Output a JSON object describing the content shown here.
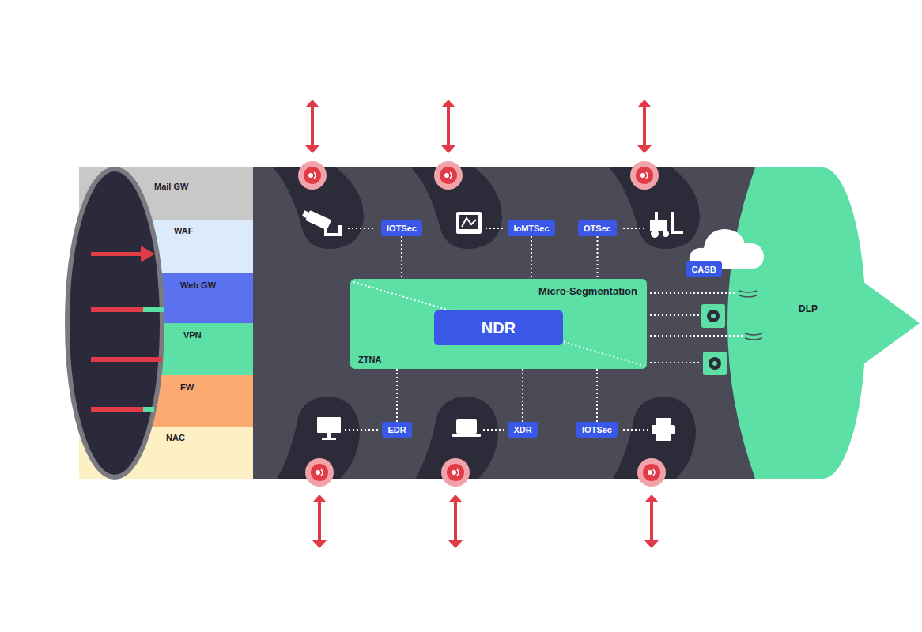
{
  "diagram": {
    "nodes": [
      {
        "text": [
          "Mail GW"
        ]
      },
      {
        "text": [
          "WAF"
        ]
      },
      {
        "text": [
          "Web GW"
        ]
      },
      {
        "text": [
          "VPN"
        ]
      },
      {
        "text": [
          "FW"
        ]
      },
      {
        "text": [
          "NAC"
        ]
      },
      {
        "text": [
          "IOTSec"
        ]
      },
      {
        "text": [
          "IoMTSec"
        ]
      },
      {
        "text": [
          "OTSec"
        ]
      },
      {
        "text": [
          "CASB"
        ]
      },
      {
        "text": [
          "Micro-Segmentation",
          "ZTNA"
        ]
      },
      {
        "text": [
          "NDR"
        ],
        "in": 10
      },
      {
        "text": [
          "EDR"
        ]
      },
      {
        "text": [
          "XDR"
        ]
      },
      {
        "text": [
          "IOTSec"
        ]
      },
      {
        "text": [
          "DLP"
        ]
      }
    ],
    "edges": [
      {
        "from": 6,
        "to": 10,
        "arrow": "none"
      },
      {
        "from": 7,
        "to": 10,
        "arrow": "none"
      },
      {
        "from": 8,
        "to": 10,
        "arrow": "none"
      },
      {
        "from": 12,
        "to": 10,
        "arrow": "none"
      },
      {
        "from": 13,
        "to": 10,
        "arrow": "none"
      },
      {
        "from": 14,
        "to": 10,
        "arrow": "none"
      }
    ]
  }
}
